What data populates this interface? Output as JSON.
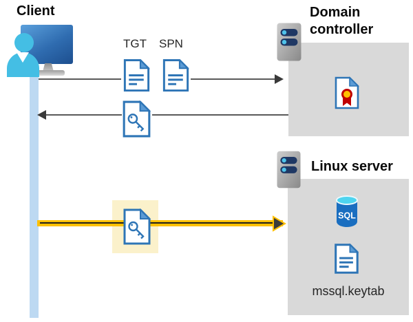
{
  "client": {
    "title": "Client"
  },
  "flows": {
    "tgt_label": "TGT",
    "spn_label": "SPN"
  },
  "domain_controller": {
    "title": "Domain controller"
  },
  "linux_server": {
    "title": "Linux server",
    "sql_badge": "SQL",
    "keytab_caption": "mssql.keytab"
  },
  "colors": {
    "doc_blue": "#2E75B6",
    "fold_blue": "#5B9BD5",
    "arrow_gray": "#595959",
    "arrowhead_dark": "#3A3A3A",
    "connection_yellow": "#FFC000",
    "highlight_yellow": "#FBF1CB",
    "panel_gray": "#D9D9D9",
    "lifeline_blue": "#BDD9F2",
    "sql_body_blue": "#1A6EC0",
    "sql_top_cyan": "#4ED4EF",
    "certificate_red": "#C00000",
    "certificate_gold": "#FFC000",
    "server_navy": "#1F3864",
    "server_dot_cyan": "#4FC3EA",
    "person_cyan": "#44BEE4",
    "monitor_blue": "#2F6CB0"
  }
}
